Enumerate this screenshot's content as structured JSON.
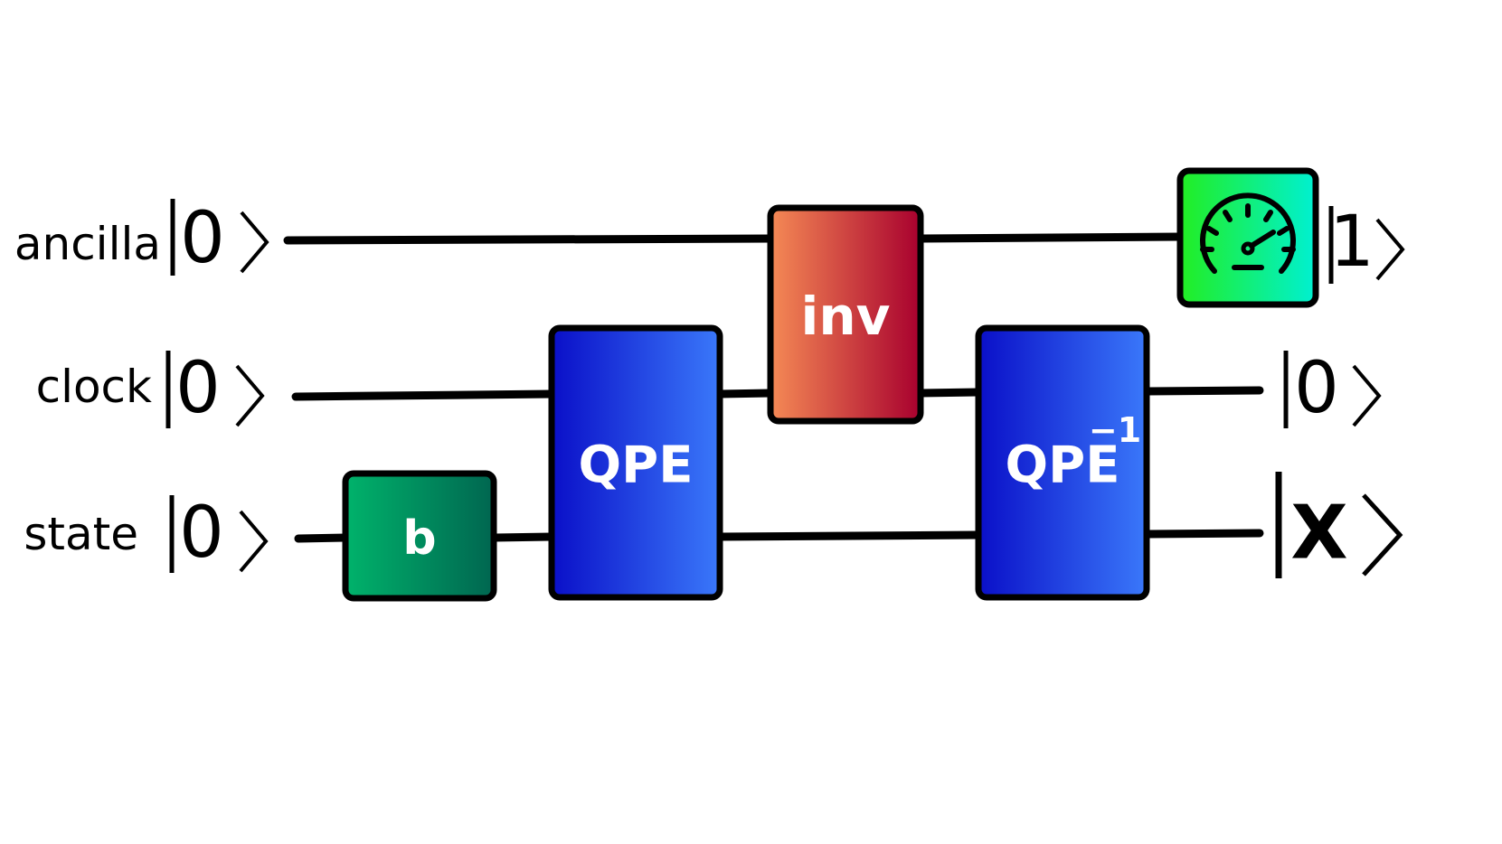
{
  "registers": [
    {
      "name": "ancilla",
      "input_ket": "0",
      "output_ket": "1"
    },
    {
      "name": "clock",
      "input_ket": "0",
      "output_ket": "0"
    },
    {
      "name": "state",
      "input_ket": "0",
      "output_ket": "X"
    }
  ],
  "gates": {
    "b": {
      "label": "b"
    },
    "qpe": {
      "label": "QPE"
    },
    "inv": {
      "label": "inv"
    },
    "qpe_inverse": {
      "label": "QPE",
      "superscript": "−1"
    },
    "measure": {
      "icon": "gauge-meter-icon"
    }
  },
  "colors": {
    "b_gradient": [
      "#00b36b",
      "#006650"
    ],
    "qpe_gradient": [
      "#0a0fc8",
      "#3a78fa"
    ],
    "inv_gradient": [
      "#f58a55",
      "#a8002e"
    ],
    "measure_gradient": [
      "#22ee22",
      "#00f0d2"
    ],
    "wire": "#000000",
    "gate_text": "#ffffff"
  }
}
